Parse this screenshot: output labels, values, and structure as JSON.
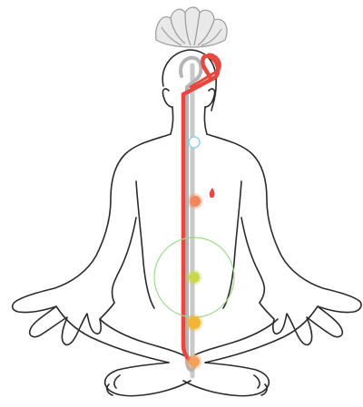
{
  "colors": {
    "background": "#ffffff",
    "outline": "#2b2b2b",
    "lotus_fill": "#e9e9e9",
    "lotus_stroke": "#9a9a9a",
    "central_channel": "#c9c9c9",
    "left_channel": "#b5b5b5",
    "right_channel": "#e8473f",
    "circle_ring": "#9fd98a"
  },
  "chakras": [
    {
      "name": "throat",
      "color": "#8fd3ec",
      "style": "ring"
    },
    {
      "name": "heart",
      "color": "#f0875c",
      "style": "dot"
    },
    {
      "name": "navel",
      "color": "#c9d84a",
      "style": "dot"
    },
    {
      "name": "sacral",
      "color": "#f2b53a",
      "style": "dot"
    },
    {
      "name": "root",
      "color": "#f5a15a",
      "style": "dot"
    }
  ]
}
